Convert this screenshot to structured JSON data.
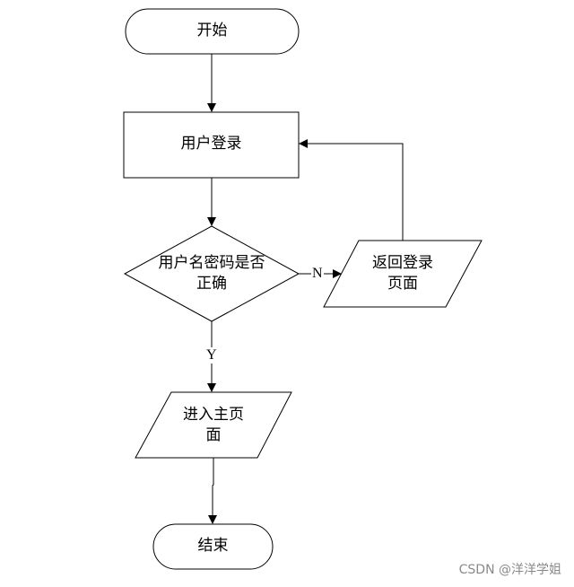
{
  "nodes": {
    "start": "开始",
    "login": "用户登录",
    "check_line1": "用户名密码是否",
    "check_line2": "正确",
    "return_line1": "返回登录",
    "return_line2": "页面",
    "enter_line1": "进入主页",
    "enter_line2": "面",
    "end": "结束"
  },
  "edges": {
    "no_label": "N",
    "yes_label": "Y"
  },
  "watermark": "CSDN @洋洋学姐",
  "colors": {
    "stroke": "#000000",
    "background": "#ffffff",
    "watermark": "#8a8a8a"
  }
}
